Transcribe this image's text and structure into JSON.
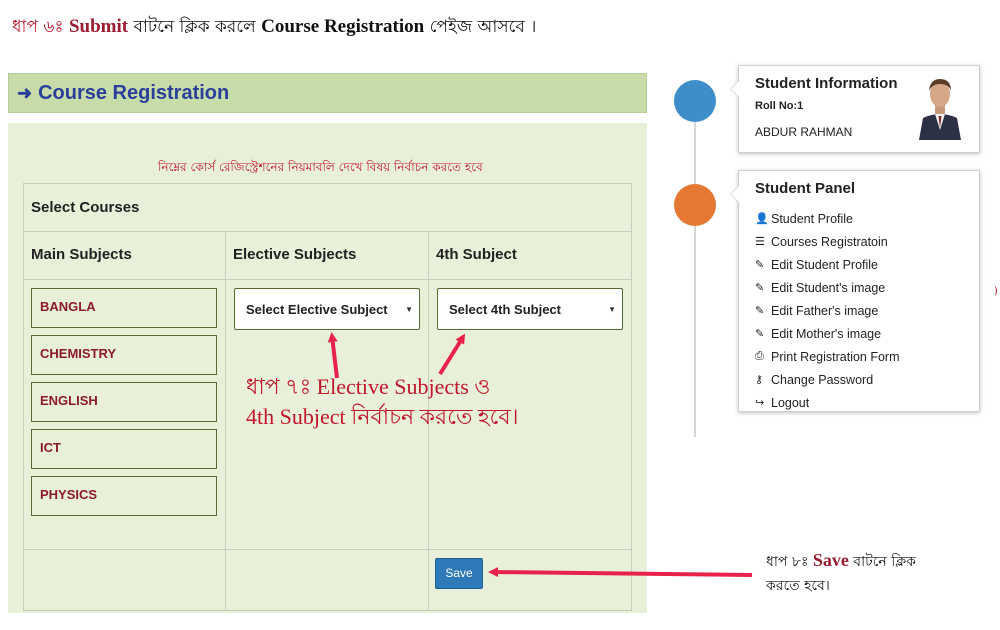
{
  "step6": {
    "prefix": "ধাপ ৬ঃ ",
    "keyword": "Submit",
    "text": " বাটনে ক্লিক করলে ",
    "page_name": "Course Registration",
    "suffix": " পেইজ আসবে ।"
  },
  "header": {
    "title": "Course Registration",
    "icon": "sign-in-icon"
  },
  "note": "নিম্নের কোর্স রেজিস্ট্রেশনের নিয়মাবলি দেখে বিষয় নির্বাচন করতে হবে",
  "table": {
    "select_label": "Select Courses",
    "columns": [
      "Main Subjects",
      "Elective Subjects",
      "4th Subject"
    ],
    "main_subjects": [
      "BANGLA",
      "CHEMISTRY",
      "ENGLISH",
      "ICT",
      "PHYSICS"
    ],
    "elective_selected": "Select Elective Subject",
    "fourth_selected": "Select 4th Subject",
    "save_label": "Save"
  },
  "step7": {
    "line1": "ধাপ ৭ঃ Elective Subjects ও",
    "line2": "4th Subject    নির্বাচন করতে হবে।"
  },
  "step8": {
    "prefix": "ধাপ ৮ঃ  ",
    "keyword": "Save",
    "suffix": " বাটনে ক্লিক",
    "line2": "করতে হবে।"
  },
  "student_info": {
    "title": "Student Information",
    "roll": "Roll No:1",
    "name": "ABDUR RAHMAN"
  },
  "student_panel": {
    "title": "Student Panel",
    "items": [
      {
        "icon": "user-icon",
        "glyph": "👤",
        "label": "Student Profile"
      },
      {
        "icon": "database-icon",
        "glyph": "☰",
        "label": "Courses Registratoin"
      },
      {
        "icon": "edit-icon",
        "glyph": "✎",
        "label": "Edit Student Profile"
      },
      {
        "icon": "edit-icon",
        "glyph": "✎",
        "label": "Edit Student's image"
      },
      {
        "icon": "edit-icon",
        "glyph": "✎",
        "label": "Edit Father's image"
      },
      {
        "icon": "edit-icon",
        "glyph": "✎",
        "label": "Edit Mother's image"
      },
      {
        "icon": "print-icon",
        "glyph": "⎙",
        "label": "Print Registration Form"
      },
      {
        "icon": "key-icon",
        "glyph": "⚷",
        "label": "Change Password"
      },
      {
        "icon": "share-icon",
        "glyph": "↪",
        "label": "Logout"
      }
    ]
  },
  "colors": {
    "accent_red": "#c0152b",
    "header_bg": "#c8dcaa",
    "panel_bg": "#e8f0d9",
    "title_blue": "#2b3f9a",
    "save_blue": "#2e7ab8",
    "dot_blue": "#3d8ec9",
    "dot_orange": "#e57934"
  }
}
